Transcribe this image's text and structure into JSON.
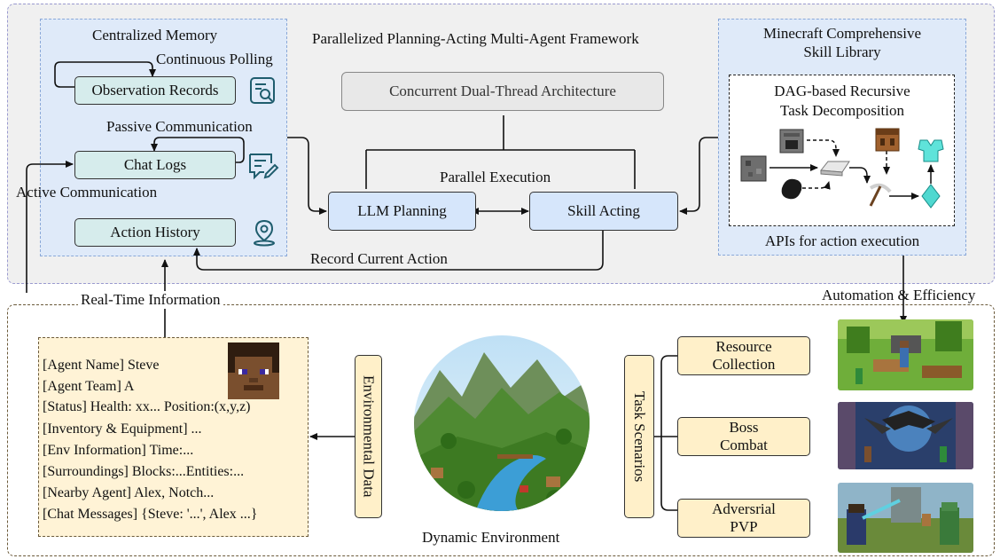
{
  "top": {
    "framework_title": "Parallelized Planning-Acting Multi-Agent Framework",
    "architecture": "Concurrent Dual-Thread Architecture",
    "parallel_execution": "Parallel Execution",
    "llm_planning": "LLM Planning",
    "skill_acting": "Skill Acting",
    "record_action": "Record Current Action"
  },
  "memory": {
    "title": "Centralized Memory",
    "continuous_polling": "Continuous Polling",
    "observation_records": "Observation Records",
    "passive_communication": "Passive Communication",
    "chat_logs": "Chat Logs",
    "active_communication": "Active Communication",
    "action_history": "Action History"
  },
  "skill_library": {
    "title_line1": "Minecraft Comprehensive",
    "title_line2": "Skill Library",
    "dag_line1": "DAG-based Recursive",
    "dag_line2": "Task Decomposition",
    "apis": "APIs for action execution"
  },
  "bottom": {
    "realtime": "Real-Time Information",
    "automation": "Automation & Efficiency",
    "environmental_data": "Environmental Data",
    "dynamic_environment": "Dynamic Environment",
    "task_scenarios": "Task Scenarios",
    "scenarios": [
      {
        "line1": "Resource",
        "line2": "Collection"
      },
      {
        "line1": "Boss",
        "line2": "Combat"
      },
      {
        "line1": "Adversrial",
        "line2": "PVP"
      }
    ]
  },
  "agent_info": [
    "[Agent Name] Steve",
    "[Agent Team] A",
    "[Status] Health: xx... Position:(x,y,z)",
    "[Inventory & Equipment] ...",
    "[Env Information] Time:...",
    "[Surroundings] Blocks:...Entities:...",
    "[Nearby Agent] Alex, Notch...",
    "[Chat Messages] {Steve: '...', Alex ...}"
  ],
  "icons": [
    "search-document-icon",
    "chat-edit-icon",
    "location-pin-icon"
  ]
}
